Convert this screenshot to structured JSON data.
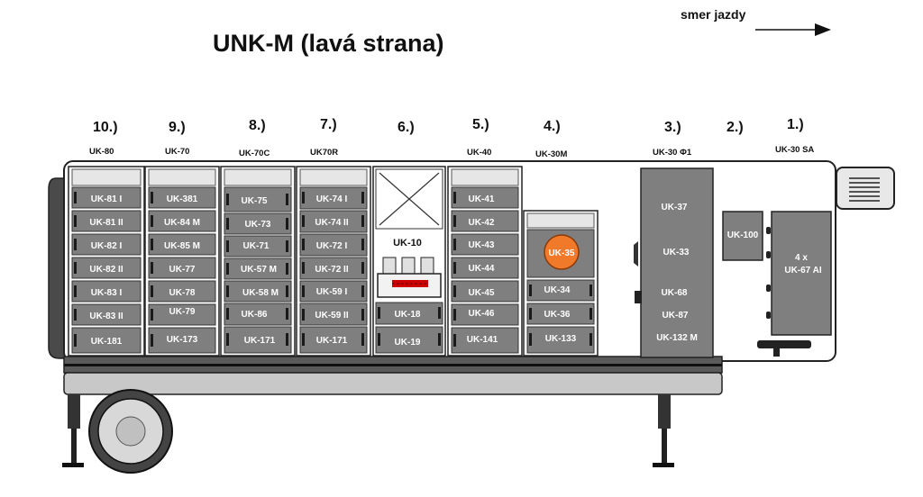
{
  "title": "UNK-M  (lavá strana)",
  "direction_label": "smer jazdy",
  "section_numbers": [
    "10.)",
    "9.)",
    "8.)",
    "7.)",
    "6.)",
    "5.)",
    "4.)",
    "3.)",
    "2.)",
    "1.)"
  ],
  "section_codes": [
    "UK-80",
    "UK-70",
    "UK-70C",
    "UK70R",
    "UK-40",
    "UK-30M",
    "UK-30 Φ1",
    "UK-30 SA"
  ],
  "columns": [
    {
      "drawers": [
        "UK-81 I",
        "UK-81 II",
        "UK-82 I",
        "UK-82 II",
        "UK-83 I",
        "UK-83 II"
      ],
      "bottom": "UK-181"
    },
    {
      "drawers": [
        "UK-381",
        "UK-84 M",
        "UK-85 M",
        "UK-77",
        "UK-78",
        "UK-79"
      ],
      "bottom": "UK-173"
    },
    {
      "drawers": [
        "UK-75",
        "UK-73",
        "UK-71",
        "UK-57 M",
        "UK-58 M",
        "UK-86"
      ],
      "bottom": "UK-171"
    },
    {
      "drawers": [
        "UK-74 I",
        "UK-74 II",
        "UK-72 I",
        "UK-72 II",
        "UK-59 I",
        "UK-59 II"
      ],
      "bottom": "UK-171"
    }
  ],
  "section6": {
    "unit": "UK-10",
    "drawers": [
      "UK-18",
      "UK-19"
    ]
  },
  "section5": {
    "drawers": [
      "UK-41",
      "UK-42",
      "UK-43",
      "UK-44",
      "UK-45",
      "UK-46"
    ],
    "bottom": "UK-141"
  },
  "section4": {
    "circle": "UK-35",
    "drawers": [
      "UK-34",
      "UK-36",
      "UK-133"
    ]
  },
  "section3": {
    "items": [
      "UK-37",
      "UK-33",
      "UK-68",
      "UK-87",
      "UK-132 M"
    ]
  },
  "section2": {
    "box": "UK-100"
  },
  "section1": {
    "line1": "4 x",
    "line2": "UK-67 AI"
  },
  "colors": {
    "panel": "#7f7f7f",
    "panel_dark": "#5a5a5a",
    "panel_light": "#c8c8c8",
    "accent": "#f07a2a"
  }
}
